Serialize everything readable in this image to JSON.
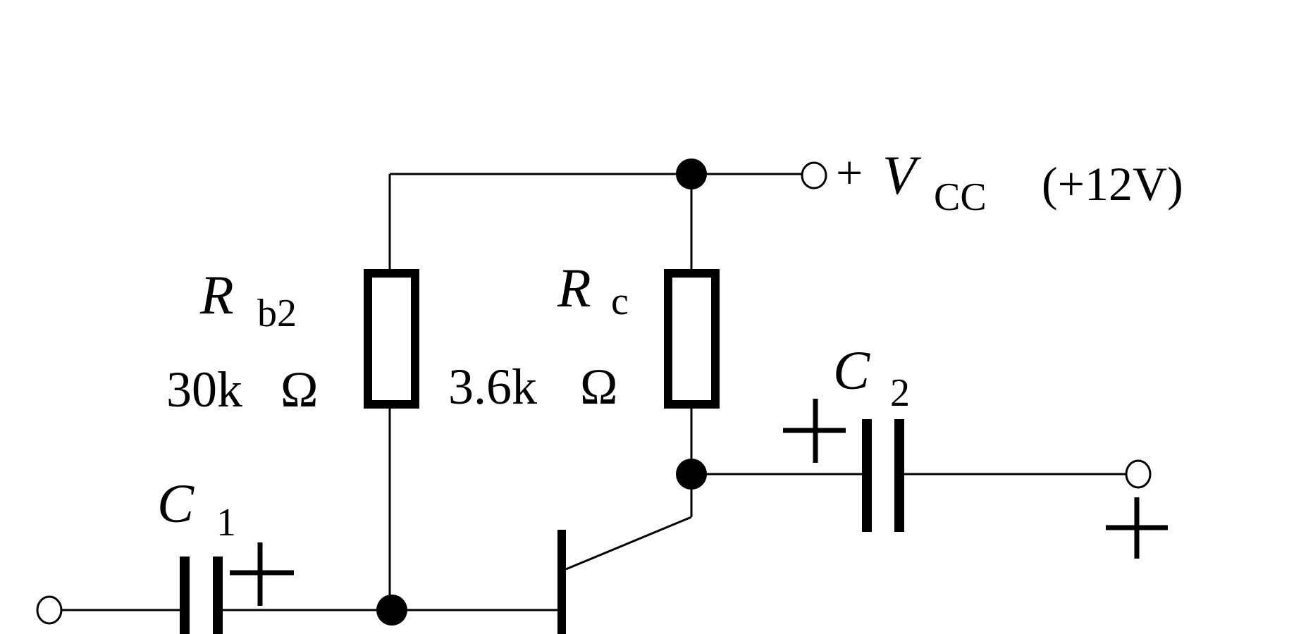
{
  "components": {
    "rb2": {
      "symbol": "R",
      "subscript": "b2",
      "value": "30k",
      "unit": "Ω"
    },
    "rc": {
      "symbol": "R",
      "subscript": "c",
      "value": "3.6k",
      "unit": "Ω"
    },
    "c1": {
      "symbol": "C",
      "subscript": "1",
      "polarity": "+"
    },
    "c2": {
      "symbol": "C",
      "subscript": "2",
      "polarity": "+"
    }
  },
  "supply": {
    "sign": "+",
    "symbol": "V",
    "subscript": "CC",
    "voltage": "(+12V)"
  },
  "output": {
    "polarity": "+"
  }
}
